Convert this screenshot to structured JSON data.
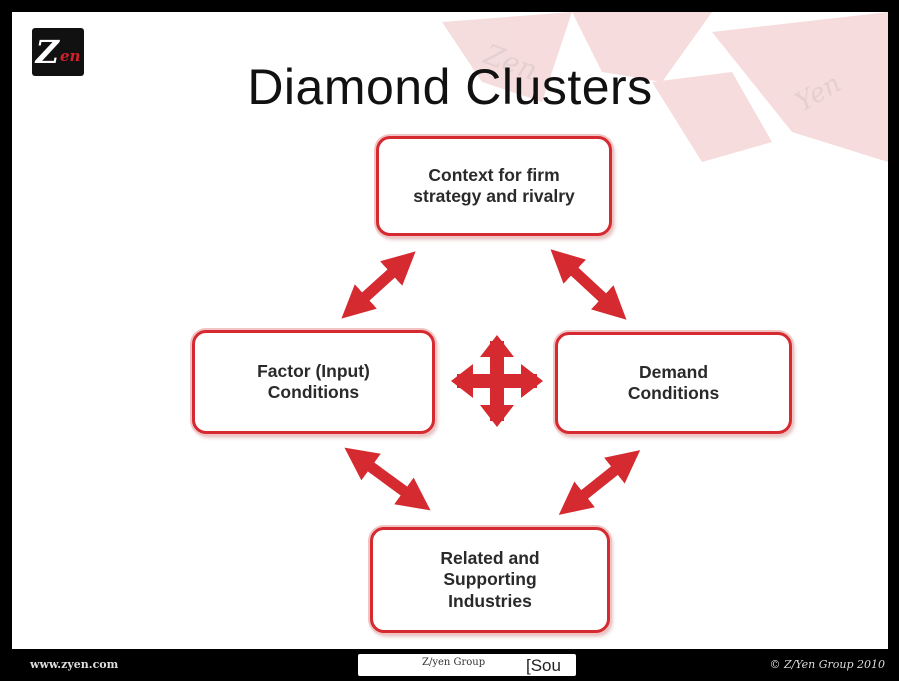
{
  "logo": {
    "letter": "Z",
    "suffix": "en"
  },
  "title": "Diamond Clusters",
  "boxes": {
    "top": "Context for firm\nstrategy and rivalry",
    "left": "Factor (Input)\nConditions",
    "right": "Demand\nConditions",
    "bottom": "Related and\nSupporting\n Industries"
  },
  "footer": {
    "url": "www.zyen.com",
    "center": "Z/yen Group",
    "source": "[Sou",
    "copyright": "© Z/Yen Group 2010"
  },
  "colors": {
    "accent": "#d42a30",
    "background": "#ffffff",
    "frame": "#000000"
  }
}
